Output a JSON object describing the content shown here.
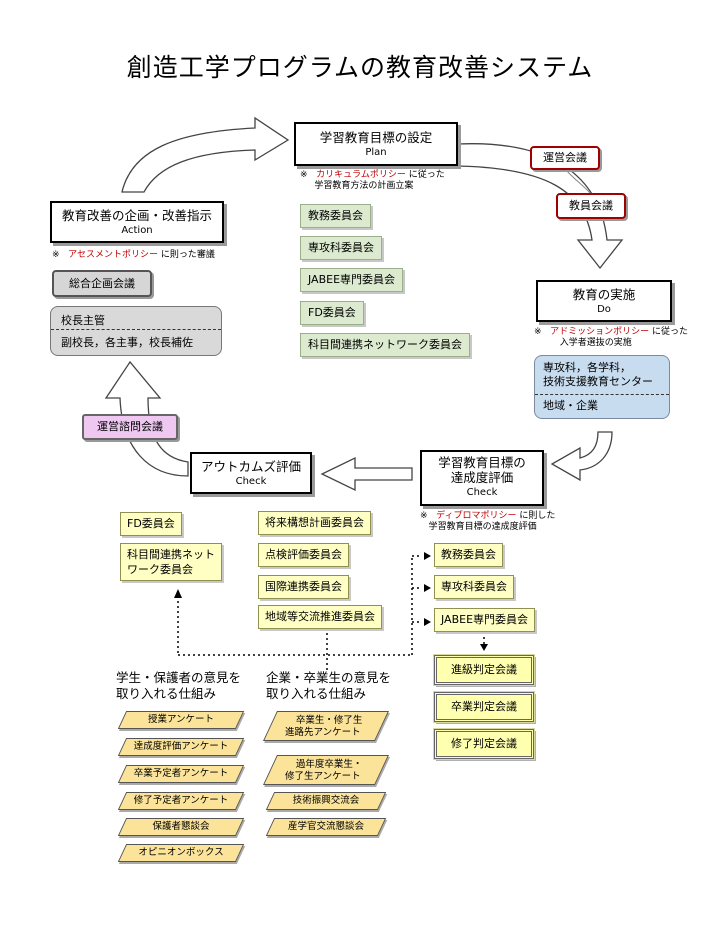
{
  "title": "創造工学プログラムの教育改善システム",
  "plan": {
    "label": "学習教育目標の設定",
    "en": "Plan",
    "note_mark": "※",
    "note_red": "カリキュラムポリシー",
    "note_rest1": "に従った",
    "note_rest2": "学習教育方法の計画立案"
  },
  "plan_committees": [
    "教務委員会",
    "専攻科委員会",
    "JABEE専門委員会",
    "FD委員会",
    "科目間連携ネットワーク委員会"
  ],
  "unei_kaigi": "運営会議",
  "kyoin_kaigi": "教員会議",
  "do": {
    "label": "教育の実施",
    "en": "Do",
    "note_mark": "※",
    "note_red": "アドミッションポリシー",
    "note_rest1": "に従った",
    "note_rest2": "入学者選抜の実施",
    "panel_line1": "専攻科，各学科，",
    "panel_line2": "技術支援教育センター",
    "panel_line3": "地域・企業"
  },
  "action": {
    "label": "教育改善の企画・改善指示",
    "en": "Action",
    "note_mark": "※",
    "note_red": "アセスメントポリシー",
    "note_rest": "に則った審議",
    "sogo": "総合企画会議",
    "panel_line1": "校長主管",
    "panel_line2": "副校長，各主事，校長補佐"
  },
  "unei_shimon": "運営諮問会議",
  "outcome": {
    "label": "アウトカムズ評価",
    "en": "Check"
  },
  "achieve": {
    "label1": "学習教育目標の",
    "label2": "達成度評価",
    "en": "Check",
    "note_mark": "※",
    "note_red": "ディプロマポリシー",
    "note_rest1": "に則した",
    "note_rest2": "学習教育目標の達成度評価"
  },
  "outcome_left": [
    "FD委員会",
    "科目間連携ネット",
    "ワーク委員会"
  ],
  "outcome_right": [
    "将来構想計画委員会",
    "点検評価委員会",
    "国際連携委員会",
    "地域等交流推進委員会"
  ],
  "achieve_committees": [
    "教務委員会",
    "専攻科委員会",
    "JABEE専門委員会"
  ],
  "judgement": [
    "進級判定会議",
    "卒業判定会議",
    "修了判定会議"
  ],
  "students": {
    "heading1": "学生・保護者の意見を",
    "heading2": "取り入れる仕組み",
    "items": [
      "授業アンケート",
      "達成度評価アンケート",
      "卒業予定者アンケート",
      "修了予定者アンケート",
      "保護者懇談会",
      "オピニオンボックス"
    ]
  },
  "companies": {
    "heading1": "企業・卒業生の意見を",
    "heading2": "取り入れる仕組み",
    "items": [
      [
        "卒業生・修了生",
        "進路先アンケート"
      ],
      [
        "過年度卒業生・",
        "修了生アンケート"
      ],
      [
        "技術振興交流会"
      ],
      [
        "産学官交流懇談会"
      ]
    ]
  }
}
